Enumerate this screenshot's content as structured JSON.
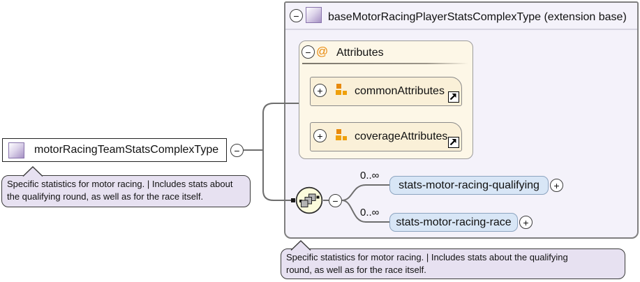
{
  "colors": {
    "container_bg": "#f4f2fa",
    "container_border": "#7f7f7f",
    "group_bg": "#fdf7e7",
    "group_border": "#9c9c9c",
    "item_bg": "#faf0d8",
    "item_border": "#8a8a8a",
    "element_bg": "#d8e6f6",
    "element_border": "#8ca4c0",
    "bubble_bg": "#e7e1f1",
    "bubble_border": "#3a3a3a",
    "line": "#6e6e6e",
    "orange": "#e8890c",
    "orange2": "#efa00b",
    "purple_icon": "#a691c4",
    "purple_icon_border": "#8873ab",
    "seq_bg": "#fbfbdc"
  },
  "icons": {
    "collapse": "−",
    "expand": "+",
    "at": "@"
  },
  "left_type": {
    "label": "motorRacingTeamStatsComplexType",
    "annotation": [
      "Specific statistics for motor racing. | Includes stats about",
      "the qualifying round, as well as for the race itself."
    ]
  },
  "base_type": {
    "label": "baseMotorRacingPlayerStatsComplexType (extension base)",
    "attributes_group": {
      "label": "Attributes",
      "items": [
        {
          "label": "commonAttributes"
        },
        {
          "label": "coverageAttributes"
        }
      ]
    },
    "sequence": {
      "elements": [
        {
          "occurrence": "0..∞",
          "label": "stats-motor-racing-qualifying"
        },
        {
          "occurrence": "0..∞",
          "label": "stats-motor-racing-race"
        }
      ]
    },
    "annotation": [
      "Specific statistics for motor racing. | Includes stats about the qualifying",
      "round, as well as for the race itself."
    ]
  }
}
